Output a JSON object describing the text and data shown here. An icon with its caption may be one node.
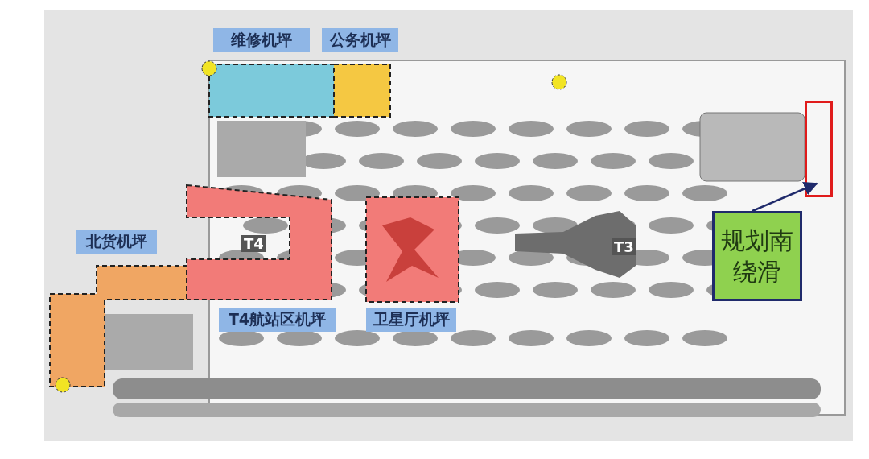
{
  "diagram": {
    "nodes": [
      {
        "text": [
          "维修机坪"
        ]
      },
      {
        "text": [
          "公务机坪"
        ]
      },
      {
        "text": [
          "北货机坪"
        ]
      },
      {
        "text": [
          "T4航站区机坪"
        ]
      },
      {
        "text": [
          "卫星厅机坪"
        ]
      },
      {
        "text": [
          "规划南绕滑"
        ]
      },
      {
        "text": [],
        "shape": "box"
      }
    ],
    "edges": [
      {
        "from": 5,
        "to": 6,
        "arrow": "to",
        "color": "#1f2a6b"
      }
    ],
    "labels": [
      "T4",
      "T3"
    ]
  }
}
